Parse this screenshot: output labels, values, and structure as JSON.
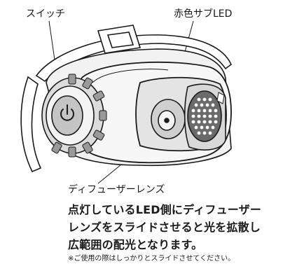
{
  "labels": {
    "switch": "スイッチ",
    "red_sub_led": "赤色サブLED",
    "diffuser_lens": "ディフューザーレンズ"
  },
  "description": {
    "line1": "点灯しているLED側にディフューザー",
    "line2": "レンズをスライドさせると光を拡散し",
    "line3": "広範囲の配光となります。"
  },
  "note": "※ご使用の際はしっかりとスライドさせてください。",
  "icons": {
    "power": "power-icon"
  },
  "colors": {
    "line": "#1a1a1a",
    "body_fill": "#f2f2f2",
    "shade": "#9a9a9a",
    "lens_fill": "#6a6a6a"
  }
}
